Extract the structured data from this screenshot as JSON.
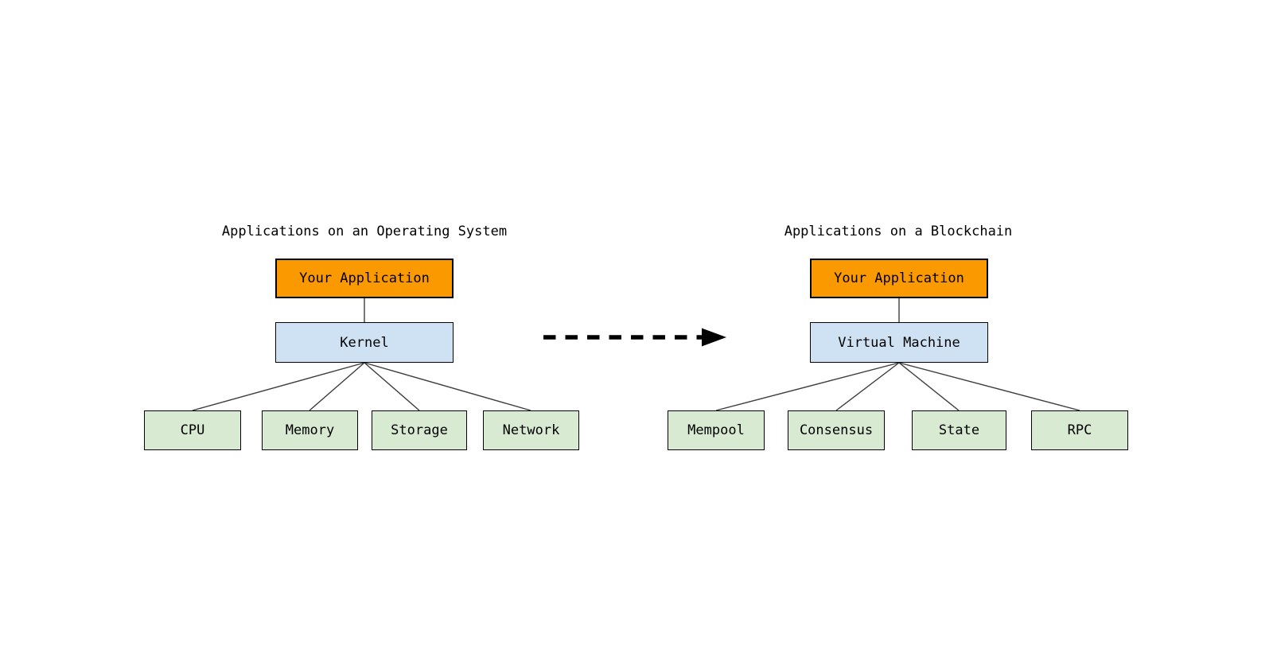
{
  "diagrams": {
    "os": {
      "title": "Applications on an Operating System",
      "app_node": "Your Application",
      "platform_node": "Kernel",
      "components": [
        "CPU",
        "Memory",
        "Storage",
        "Network"
      ]
    },
    "blockchain": {
      "title": "Applications on a Blockchain",
      "app_node": "Your Application",
      "platform_node": "Virtual Machine",
      "components": [
        "Mempool",
        "Consensus",
        "State",
        "RPC"
      ]
    }
  },
  "colors": {
    "background": "#FFFFFF",
    "app_fill": "#FB9900",
    "platform_fill": "#CFE2F3",
    "component_fill": "#D9EAD3",
    "node_border": "#000000",
    "connector": "#3D3D3D",
    "arrow": "#000000",
    "text": "#000000"
  }
}
